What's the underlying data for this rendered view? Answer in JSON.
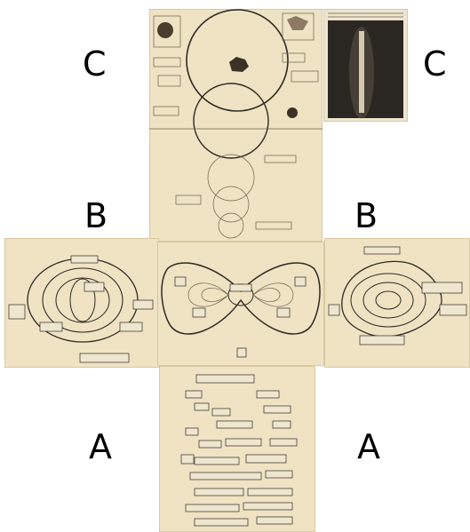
{
  "labels": {
    "c_left": "C",
    "c_right": "C",
    "b_left": "B",
    "b_right": "B",
    "a_left": "A",
    "a_right": "A"
  },
  "colors": {
    "background": "#ffffff",
    "paper": "#efe3c4",
    "ink": "#2f2a22"
  },
  "panels": [
    {
      "id": "top",
      "content": "concentric-circles-score"
    },
    {
      "id": "top-right",
      "content": "photo-vertical-object"
    },
    {
      "id": "left",
      "content": "oval-rings-score"
    },
    {
      "id": "center",
      "content": "hourglass-lobes-score"
    },
    {
      "id": "right",
      "content": "oval-rings-score"
    },
    {
      "id": "bottom",
      "content": "scattered-staff-fragments"
    }
  ]
}
